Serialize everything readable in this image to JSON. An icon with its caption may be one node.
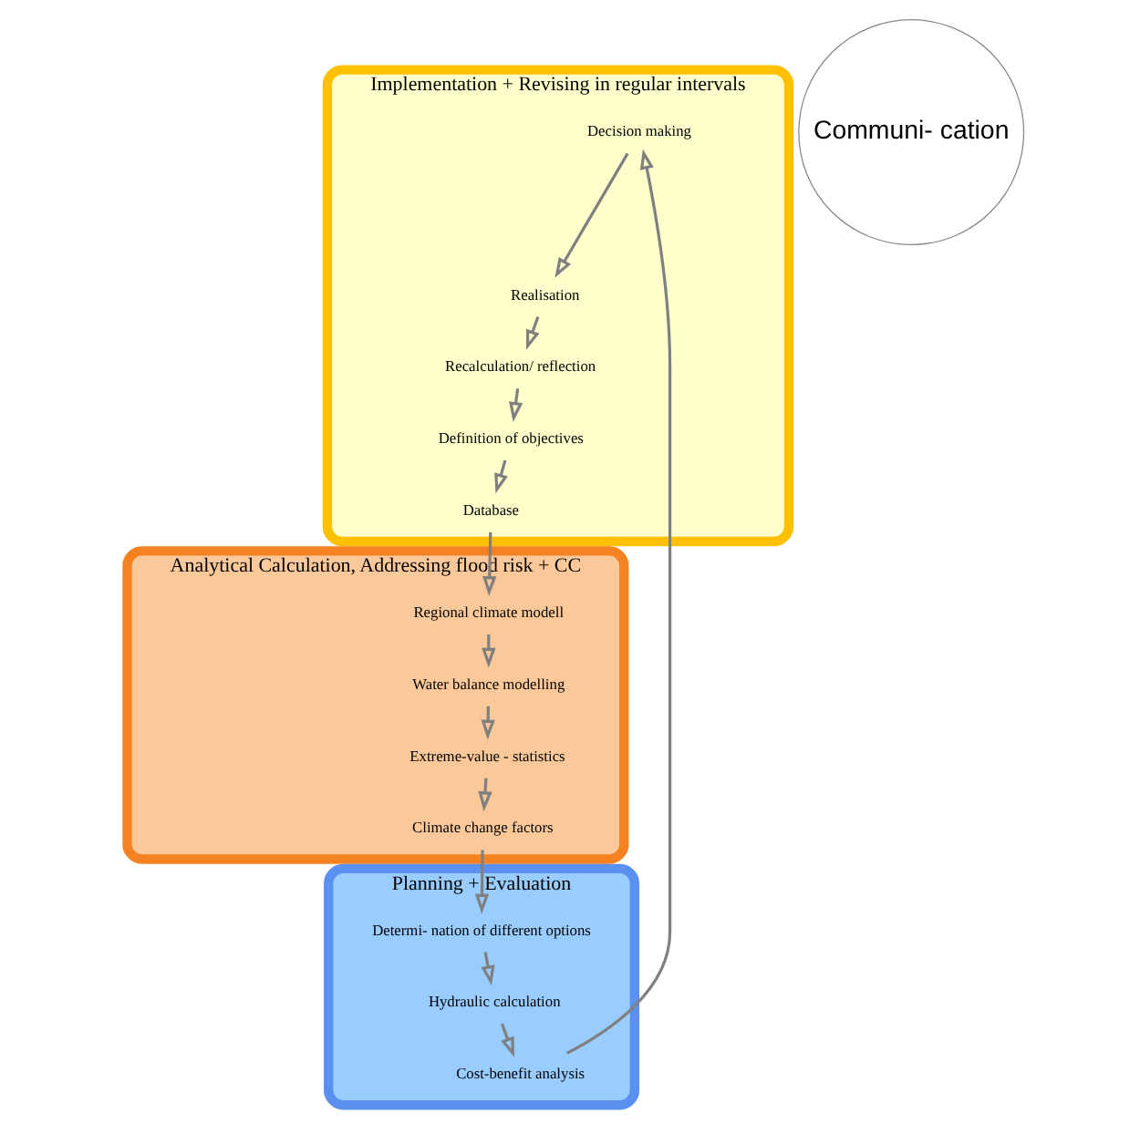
{
  "diagram": {
    "nodes": [
      {
        "text": [
          "Implementation + Revising in regular intervals"
        ]
      },
      {
        "text": [
          "Definition of objectives"
        ],
        "in": 0
      },
      {
        "text": [
          "Database"
        ],
        "in": 0
      },
      {
        "text": [
          "Recalculation/ reflection"
        ],
        "in": 0
      },
      {
        "text": [
          "Realisation"
        ],
        "in": 0
      },
      {
        "text": [
          "Decision making"
        ],
        "in": 0
      },
      {
        "text": [
          "Analytical Calculation, Addressing flood risk + CC"
        ]
      },
      {
        "text": [
          "Regional climate modell"
        ],
        "in": 6
      },
      {
        "text": [
          "Water balance modelling"
        ],
        "in": 6
      },
      {
        "text": [
          "Extreme-value - statistics"
        ],
        "in": 6
      },
      {
        "text": [
          "Climate change factors"
        ],
        "in": 6
      },
      {
        "text": [
          "Communi- cation"
        ]
      },
      {
        "text": [
          "Planning + Evaluation"
        ]
      },
      {
        "text": [
          "Determi- nation of different options"
        ],
        "in": 12
      },
      {
        "text": [
          "Hydraulic calculation"
        ],
        "in": 12
      },
      {
        "text": [
          "Cost-benefit analysis"
        ],
        "in": 12
      }
    ],
    "edges": [
      {
        "from": 1,
        "to": 2,
        "arrow": "to"
      },
      {
        "from": 2,
        "to": 7,
        "arrow": "to"
      },
      {
        "from": 7,
        "to": 8,
        "arrow": "to"
      },
      {
        "from": 8,
        "to": 9,
        "arrow": "to"
      },
      {
        "from": 9,
        "to": 10,
        "arrow": "to"
      },
      {
        "from": 10,
        "to": 13,
        "arrow": "to"
      },
      {
        "from": 13,
        "to": 14,
        "arrow": "to"
      },
      {
        "from": 14,
        "to": 15,
        "arrow": "to"
      },
      {
        "from": 15,
        "to": 5,
        "arrow": "to"
      },
      {
        "from": 5,
        "to": 4,
        "arrow": "to"
      },
      {
        "from": 4,
        "to": 3,
        "arrow": "to"
      },
      {
        "from": 3,
        "to": 1,
        "arrow": "to"
      }
    ]
  }
}
